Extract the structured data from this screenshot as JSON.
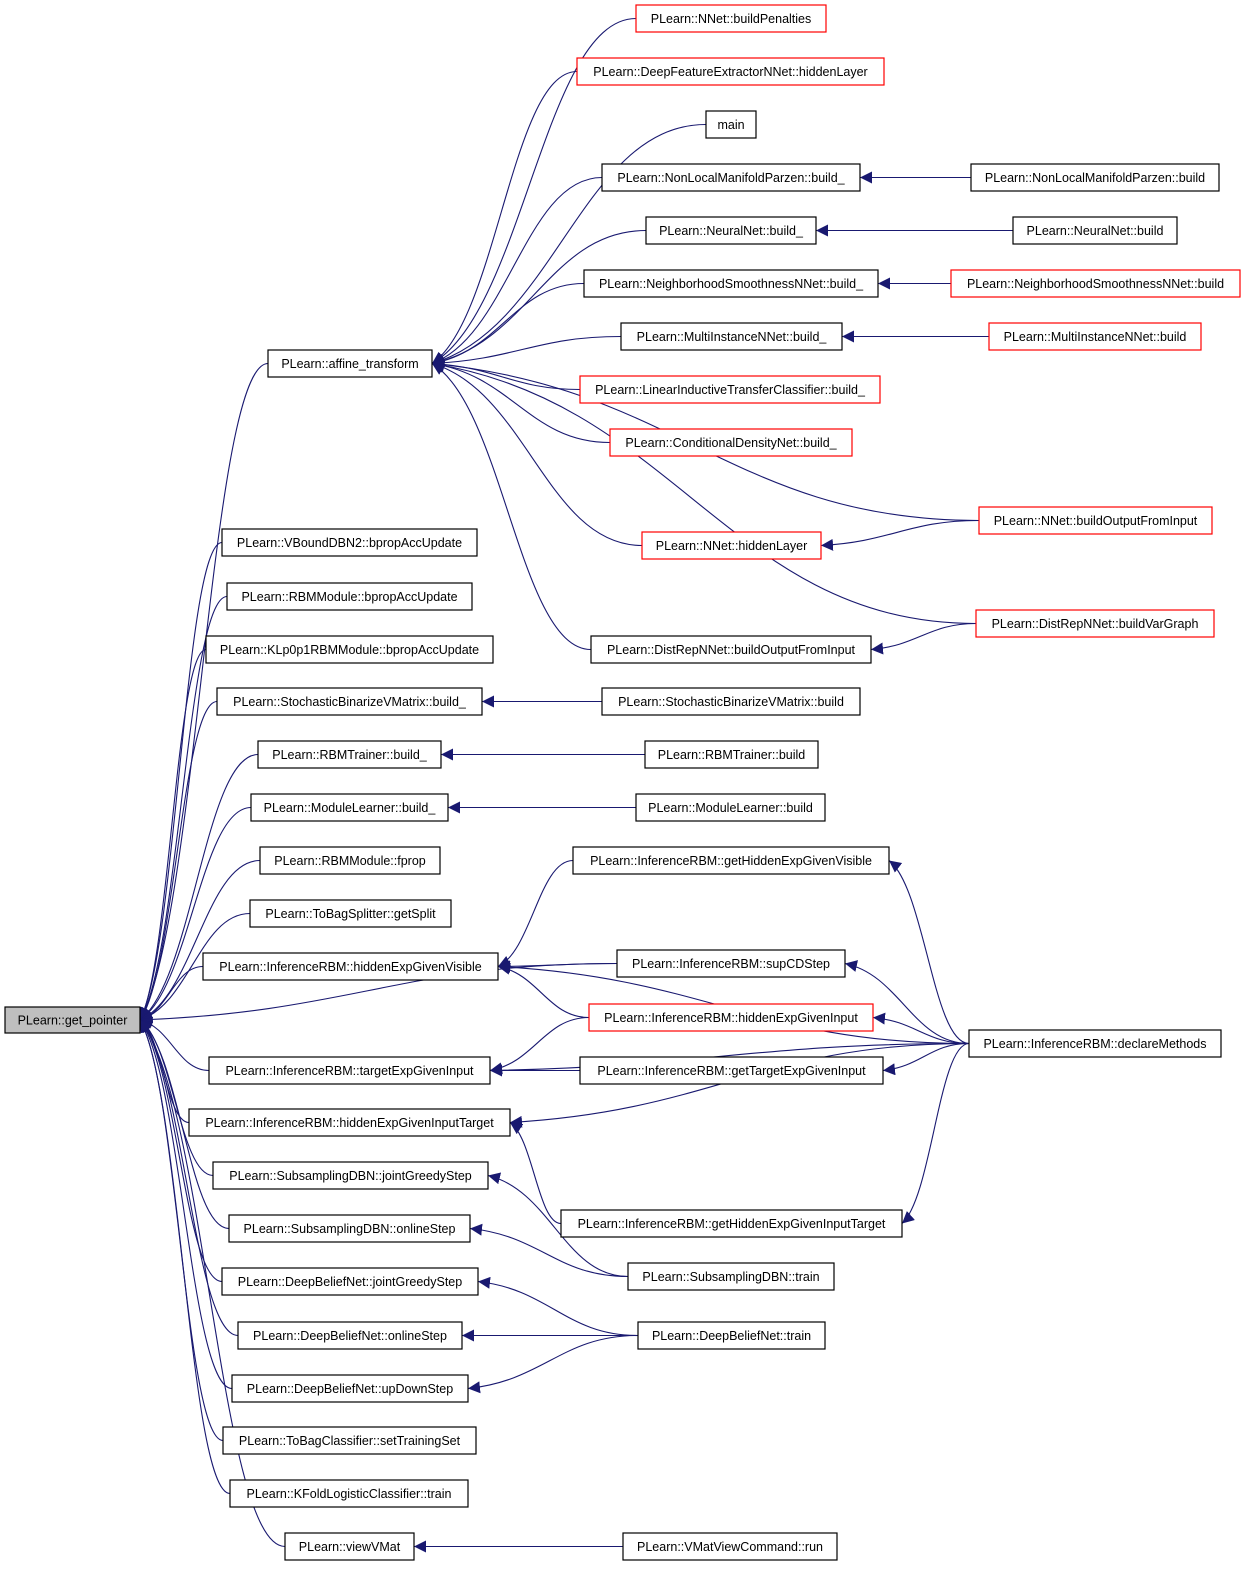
{
  "graph": {
    "nodes": [
      {
        "id": "n0",
        "label": "PLearn::get_pointer",
        "style": "grey"
      },
      {
        "id": "n1",
        "label": "PLearn::affine_transform"
      },
      {
        "id": "n2",
        "label": "PLearn::NNet::buildPenalties",
        "style": "red"
      },
      {
        "id": "n3",
        "label": "PLearn::DeepFeatureExtractorNNet::hiddenLayer",
        "style": "red"
      },
      {
        "id": "n4",
        "label": "main"
      },
      {
        "id": "n5",
        "label": "PLearn::NonLocalManifoldParzen::build_"
      },
      {
        "id": "n6",
        "label": "PLearn::NonLocalManifoldParzen::build"
      },
      {
        "id": "n7",
        "label": "PLearn::NeuralNet::build_"
      },
      {
        "id": "n8",
        "label": "PLearn::NeuralNet::build"
      },
      {
        "id": "n9",
        "label": "PLearn::NeighborhoodSmoothnessNNet::build_"
      },
      {
        "id": "n10",
        "label": "PLearn::NeighborhoodSmoothnessNNet::build",
        "style": "red"
      },
      {
        "id": "n11",
        "label": "PLearn::MultiInstanceNNet::build_"
      },
      {
        "id": "n12",
        "label": "PLearn::MultiInstanceNNet::build",
        "style": "red"
      },
      {
        "id": "n13",
        "label": "PLearn::LinearInductiveTransferClassifier::build_",
        "style": "red"
      },
      {
        "id": "n14",
        "label": "PLearn::ConditionalDensityNet::build_",
        "style": "red"
      },
      {
        "id": "n15",
        "label": "PLearn::NNet::buildOutputFromInput",
        "style": "red"
      },
      {
        "id": "n16",
        "label": "PLearn::NNet::hiddenLayer",
        "style": "red"
      },
      {
        "id": "n17",
        "label": "PLearn::DistRepNNet::buildVarGraph",
        "style": "red"
      },
      {
        "id": "n18",
        "label": "PLearn::DistRepNNet::buildOutputFromInput"
      },
      {
        "id": "n19",
        "label": "PLearn::VBoundDBN2::bpropAccUpdate"
      },
      {
        "id": "n20",
        "label": "PLearn::RBMModule::bpropAccUpdate"
      },
      {
        "id": "n21",
        "label": "PLearn::KLp0p1RBMModule::bpropAccUpdate"
      },
      {
        "id": "n22",
        "label": "PLearn::StochasticBinarizeVMatrix::build_"
      },
      {
        "id": "n23",
        "label": "PLearn::StochasticBinarizeVMatrix::build"
      },
      {
        "id": "n24",
        "label": "PLearn::RBMTrainer::build_"
      },
      {
        "id": "n25",
        "label": "PLearn::RBMTrainer::build"
      },
      {
        "id": "n26",
        "label": "PLearn::ModuleLearner::build_"
      },
      {
        "id": "n27",
        "label": "PLearn::ModuleLearner::build"
      },
      {
        "id": "n28",
        "label": "PLearn::RBMModule::fprop"
      },
      {
        "id": "n29",
        "label": "PLearn::ToBagSplitter::getSplit"
      },
      {
        "id": "n30",
        "label": "PLearn::InferenceRBM::getHiddenExpGivenVisible"
      },
      {
        "id": "n31",
        "label": "PLearn::InferenceRBM::hiddenExpGivenVisible"
      },
      {
        "id": "n32",
        "label": "PLearn::InferenceRBM::supCDStep"
      },
      {
        "id": "n33",
        "label": "PLearn::InferenceRBM::hiddenExpGivenInput",
        "style": "red"
      },
      {
        "id": "n34",
        "label": "PLearn::InferenceRBM::declareMethods"
      },
      {
        "id": "n35",
        "label": "PLearn::InferenceRBM::targetExpGivenInput"
      },
      {
        "id": "n36",
        "label": "PLearn::InferenceRBM::getTargetExpGivenInput"
      },
      {
        "id": "n37",
        "label": "PLearn::InferenceRBM::hiddenExpGivenInputTarget"
      },
      {
        "id": "n38",
        "label": "PLearn::SubsamplingDBN::jointGreedyStep"
      },
      {
        "id": "n39",
        "label": "PLearn::InferenceRBM::getHiddenExpGivenInputTarget"
      },
      {
        "id": "n40",
        "label": "PLearn::SubsamplingDBN::onlineStep"
      },
      {
        "id": "n41",
        "label": "PLearn::SubsamplingDBN::train"
      },
      {
        "id": "n42",
        "label": "PLearn::DeepBeliefNet::jointGreedyStep"
      },
      {
        "id": "n43",
        "label": "PLearn::DeepBeliefNet::onlineStep"
      },
      {
        "id": "n44",
        "label": "PLearn::DeepBeliefNet::train"
      },
      {
        "id": "n45",
        "label": "PLearn::DeepBeliefNet::upDownStep"
      },
      {
        "id": "n46",
        "label": "PLearn::ToBagClassifier::setTrainingSet"
      },
      {
        "id": "n47",
        "label": "PLearn::KFoldLogisticClassifier::train"
      },
      {
        "id": "n48",
        "label": "PLearn::viewVMat"
      },
      {
        "id": "n49",
        "label": "PLearn::VMatViewCommand::run"
      }
    ],
    "edges": [
      [
        "n1",
        "n0"
      ],
      [
        "n19",
        "n0"
      ],
      [
        "n20",
        "n0"
      ],
      [
        "n21",
        "n0"
      ],
      [
        "n22",
        "n0"
      ],
      [
        "n24",
        "n0"
      ],
      [
        "n26",
        "n0"
      ],
      [
        "n28",
        "n0"
      ],
      [
        "n29",
        "n0"
      ],
      [
        "n31",
        "n0"
      ],
      [
        "n32",
        "n0"
      ],
      [
        "n35",
        "n0"
      ],
      [
        "n37",
        "n0"
      ],
      [
        "n38",
        "n0"
      ],
      [
        "n40",
        "n0"
      ],
      [
        "n42",
        "n0"
      ],
      [
        "n43",
        "n0"
      ],
      [
        "n45",
        "n0"
      ],
      [
        "n46",
        "n0"
      ],
      [
        "n47",
        "n0"
      ],
      [
        "n48",
        "n0"
      ],
      [
        "n2",
        "n1"
      ],
      [
        "n3",
        "n1"
      ],
      [
        "n4",
        "n1"
      ],
      [
        "n5",
        "n1"
      ],
      [
        "n7",
        "n1"
      ],
      [
        "n9",
        "n1"
      ],
      [
        "n11",
        "n1"
      ],
      [
        "n13",
        "n1"
      ],
      [
        "n14",
        "n1"
      ],
      [
        "n15",
        "n1"
      ],
      [
        "n16",
        "n1"
      ],
      [
        "n17",
        "n1"
      ],
      [
        "n18",
        "n1"
      ],
      [
        "n6",
        "n5"
      ],
      [
        "n8",
        "n7"
      ],
      [
        "n10",
        "n9"
      ],
      [
        "n12",
        "n11"
      ],
      [
        "n15",
        "n16"
      ],
      [
        "n17",
        "n18"
      ],
      [
        "n23",
        "n22"
      ],
      [
        "n25",
        "n24"
      ],
      [
        "n27",
        "n26"
      ],
      [
        "n30",
        "n31"
      ],
      [
        "n32",
        "n31"
      ],
      [
        "n33",
        "n31"
      ],
      [
        "n34",
        "n31"
      ],
      [
        "n34",
        "n30"
      ],
      [
        "n34",
        "n32"
      ],
      [
        "n34",
        "n33"
      ],
      [
        "n34",
        "n36"
      ],
      [
        "n34",
        "n39"
      ],
      [
        "n34",
        "n35"
      ],
      [
        "n34",
        "n37"
      ],
      [
        "n33",
        "n35"
      ],
      [
        "n36",
        "n35"
      ],
      [
        "n39",
        "n37"
      ],
      [
        "n41",
        "n38"
      ],
      [
        "n41",
        "n40"
      ],
      [
        "n44",
        "n42"
      ],
      [
        "n44",
        "n43"
      ],
      [
        "n44",
        "n45"
      ],
      [
        "n49",
        "n48"
      ]
    ]
  }
}
